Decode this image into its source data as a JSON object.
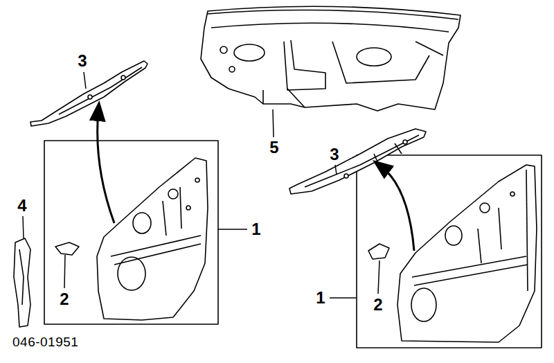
{
  "diagram": {
    "labels": [
      "3",
      "5",
      "3",
      "4",
      "1",
      "2",
      "1",
      "2",
      "046-01951"
    ]
  }
}
